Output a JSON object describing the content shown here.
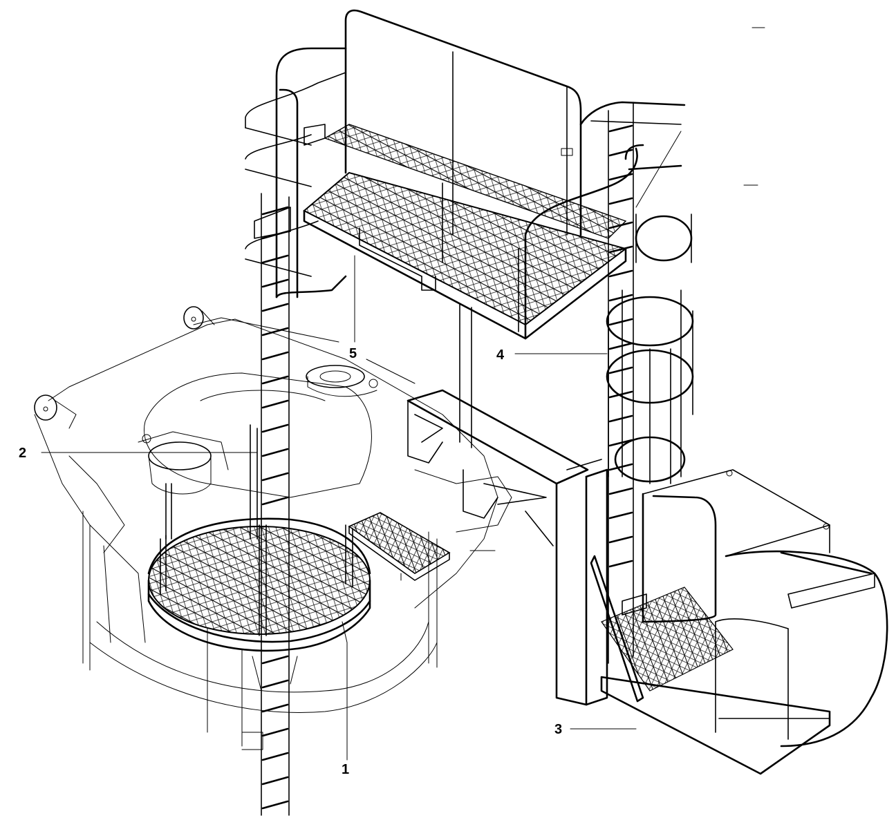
{
  "diagram": {
    "callouts": [
      {
        "id": "callout-1",
        "label": "1"
      },
      {
        "id": "callout-2",
        "label": "2"
      },
      {
        "id": "callout-3",
        "label": "3"
      },
      {
        "id": "callout-4",
        "label": "4"
      },
      {
        "id": "callout-5",
        "label": "5"
      }
    ]
  }
}
